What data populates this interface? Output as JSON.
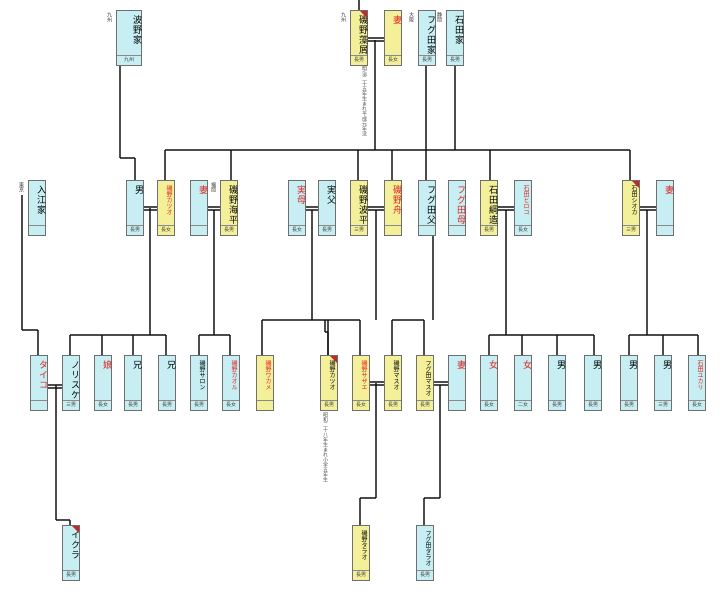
{
  "people": [
    {
      "id": "hatano",
      "name": "波野家",
      "color": "c",
      "footer": "九州",
      "note": "九州"
    },
    {
      "id": "isono_fune",
      "name": "磯野藻屑",
      "color": "y",
      "footer": "長男",
      "note": "九州",
      "flag": true
    },
    {
      "id": "isono_tsuma",
      "name": "妻",
      "color": "y",
      "footer": "長女",
      "red": true
    },
    {
      "id": "fuguta",
      "name": "フグ田家",
      "color": "c",
      "footer": "長男",
      "note": "大阪"
    },
    {
      "id": "ishida",
      "name": "石田家",
      "color": "c",
      "footer": "長男",
      "note": "静岡"
    },
    {
      "id": "irie",
      "name": "入江家",
      "color": "c",
      "footer": "",
      "note": "東京"
    },
    {
      "id": "r2_otoko",
      "name": "男",
      "color": "c",
      "footer": "長男"
    },
    {
      "id": "r2_isonokatsuo",
      "name": "磯野カツオ",
      "color": "y",
      "footer": "長女",
      "red": true,
      "small": true
    },
    {
      "id": "r2_tsuma",
      "name": "妻",
      "color": "c",
      "footer": "",
      "red": true
    },
    {
      "id": "r2_umihei",
      "name": "磯野海平",
      "color": "y",
      "footer": "長男",
      "note": "福岡"
    },
    {
      "id": "r2_jitsubo",
      "name": "実母",
      "color": "c",
      "footer": "長女",
      "red": true
    },
    {
      "id": "r2_jippu",
      "name": "実父",
      "color": "c",
      "footer": "長男"
    },
    {
      "id": "r2_namihei",
      "name": "磯野波平",
      "color": "y",
      "footer": "三男"
    },
    {
      "id": "r2_fune",
      "name": "磯野舟",
      "color": "y",
      "footer": "",
      "red": true
    },
    {
      "id": "r2_fugutachichi",
      "name": "フグ田父",
      "color": "c",
      "footer": ""
    },
    {
      "id": "r2_fugutahaha",
      "name": "フグ田母",
      "color": "c",
      "footer": "",
      "red": true
    },
    {
      "id": "r2_ishidatsuna",
      "name": "石田綱造",
      "color": "y",
      "footer": "長男"
    },
    {
      "id": "r2_ishidamother",
      "name": "石田ヒロコ",
      "color": "c",
      "footer": "長女",
      "red": true,
      "small": true
    },
    {
      "id": "r2_ishidashio",
      "name": "石田シオカ",
      "color": "y",
      "footer": "三男",
      "small": true,
      "flag": true
    },
    {
      "id": "r2_tsuma2",
      "name": "妻",
      "color": "c",
      "footer": "",
      "red": true
    },
    {
      "id": "r3_taiko",
      "name": "タイコ",
      "color": "c",
      "footer": "",
      "red": true
    },
    {
      "id": "r3_norisuke",
      "name": "ノリスケ",
      "color": "c",
      "footer": "三男"
    },
    {
      "id": "r3_musume",
      "name": "娘",
      "color": "c",
      "footer": "長女",
      "red": true
    },
    {
      "id": "r3_ani",
      "name": "兄",
      "color": "c",
      "footer": "長男"
    },
    {
      "id": "r3_ani2",
      "name": "兄",
      "color": "c",
      "footer": "長男"
    },
    {
      "id": "r3_isonosato",
      "name": "磯野サロン",
      "color": "c",
      "footer": "長男",
      "small": true
    },
    {
      "id": "r3_isonokaoru",
      "name": "磯野カオル",
      "color": "c",
      "footer": "長女",
      "red": true,
      "small": true
    },
    {
      "id": "r3_isonowakame",
      "name": "磯野ワカメ",
      "color": "y",
      "footer": "",
      "red": true,
      "small": true
    },
    {
      "id": "r3_isonokatsuo",
      "name": "磯野カツオ",
      "color": "y",
      "footer": "長男",
      "small": true,
      "flag": true
    },
    {
      "id": "r3_isonosazae",
      "name": "磯野サザエ",
      "color": "y",
      "footer": "長女",
      "red": true,
      "small": true
    },
    {
      "id": "r3_isonomasuo",
      "name": "磯野マスオ",
      "color": "y",
      "footer": "長男",
      "small": true
    },
    {
      "id": "r3_fugutamasuo",
      "name": "フグ田マスオ",
      "color": "y",
      "footer": "長男",
      "small": true
    },
    {
      "id": "r3_tsuma3",
      "name": "妻",
      "color": "c",
      "footer": "",
      "red": true
    },
    {
      "id": "r3_onna1",
      "name": "女",
      "color": "c",
      "footer": "長女",
      "red": true
    },
    {
      "id": "r3_onna2",
      "name": "女",
      "color": "c",
      "footer": "二女",
      "red": true
    },
    {
      "id": "r3_otoko1",
      "name": "男",
      "color": "c",
      "footer": "長男"
    },
    {
      "id": "r3_otoko2",
      "name": "男",
      "color": "c",
      "footer": "長男"
    },
    {
      "id": "r3_otoko3",
      "name": "男",
      "color": "c",
      "footer": "長男"
    },
    {
      "id": "r3_otoko4",
      "name": "男",
      "color": "c",
      "footer": "三男"
    },
    {
      "id": "r3_ishidayukari",
      "name": "石田ユカリ",
      "color": "c",
      "footer": "長女",
      "red": true,
      "small": true
    },
    {
      "id": "r4_ikura",
      "name": "イクラ",
      "color": "c",
      "footer": "長男",
      "flag": true
    },
    {
      "id": "r4_isonotara",
      "name": "磯野タラオ",
      "color": "y",
      "footer": "長男",
      "small": true
    },
    {
      "id": "r4_fugutatara",
      "name": "フグ田タラオ",
      "color": "c",
      "footer": "長男",
      "small": true
    }
  ],
  "annotations": {
    "isono_fune": "明治二十五年生まれ平成元年没",
    "r3_isonokatsuo": "昭和二十八年生まれ小学五年生"
  },
  "colors": {
    "cyan": "#c6eef3",
    "yellow": "#f4f09a",
    "line": "#111111",
    "red": "#e0241f"
  }
}
